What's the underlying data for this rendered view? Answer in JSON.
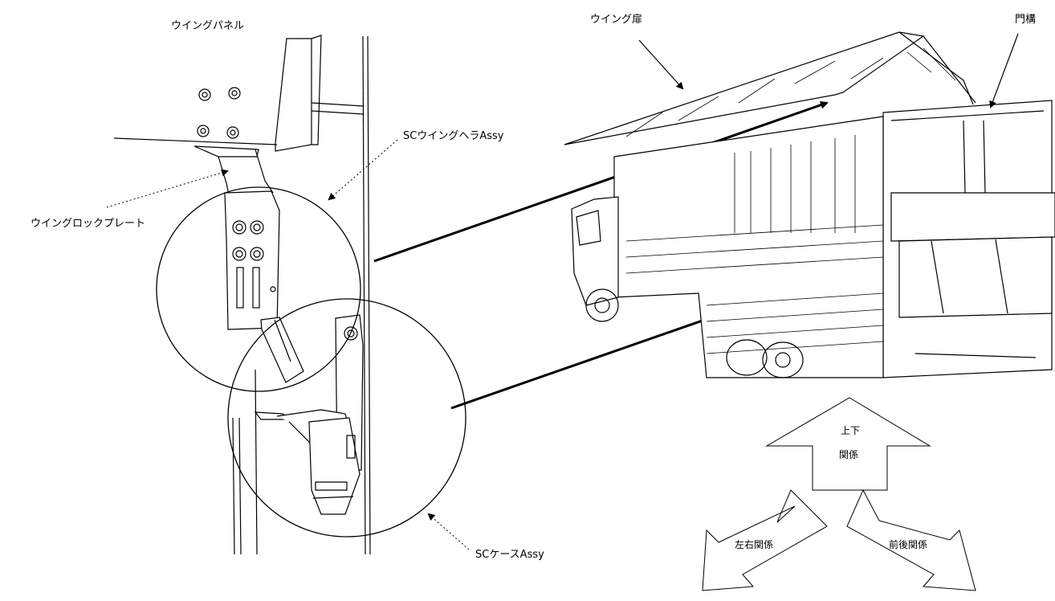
{
  "labels": {
    "wing_panel": "ウイングパネル",
    "wing_door": "ウイング扉",
    "gate": "門構",
    "sc_wing_hera_assy": "SCウイングヘラAssy",
    "wing_lock_plate": "ウイングロックプレート",
    "sc_case_assy": "SCケースAssy"
  },
  "direction_diagram": {
    "vertical_top": "上下",
    "vertical_bottom": "関係",
    "left_right": "左右関係",
    "front_back": "前後関係"
  }
}
